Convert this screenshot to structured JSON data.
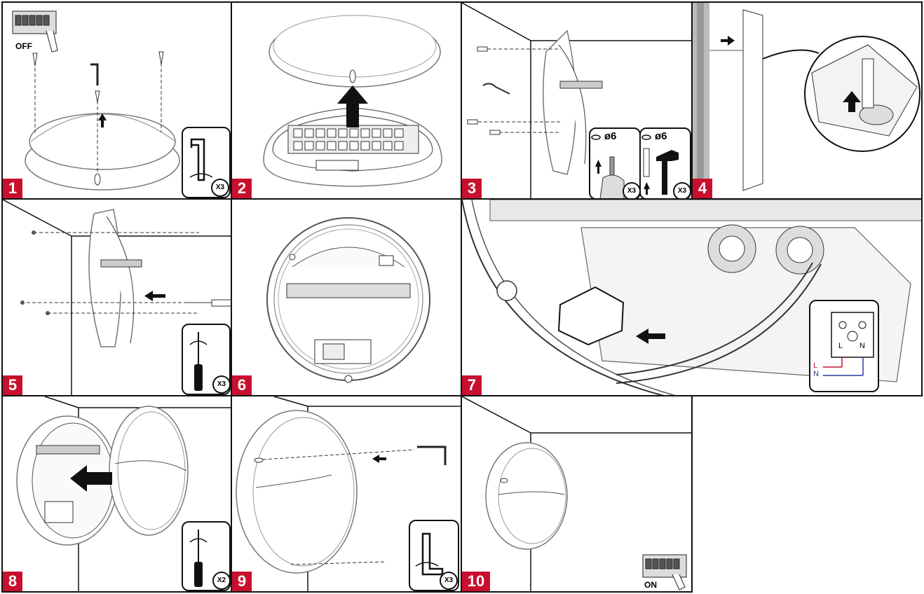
{
  "steps": [
    {
      "number": "1",
      "label_top": "OFF",
      "tool_count": "X3"
    },
    {
      "number": "2"
    },
    {
      "number": "3",
      "drill_diameter": "ø6",
      "plug_diameter": "ø6",
      "drill_count": "X3",
      "hammer_count": "X3"
    },
    {
      "number": "4"
    },
    {
      "number": "5",
      "tool_count": "X3"
    },
    {
      "number": "6"
    },
    {
      "number": "7",
      "terminal_L": "L",
      "terminal_N": "N",
      "wire_L": "L",
      "wire_N": "N"
    },
    {
      "number": "8",
      "tool_count": "X2"
    },
    {
      "number": "9",
      "tool_count": "X3"
    },
    {
      "number": "10",
      "label_bottom": "ON"
    }
  ],
  "colors": {
    "step_badge": "#c8102e",
    "wire_live": "#c8102e",
    "wire_neutral": "#2a3a9c"
  },
  "icons": [
    "breaker-off-icon",
    "hex-key-icon",
    "drill-icon",
    "hammer-icon",
    "screwdriver-icon",
    "arrow-icon",
    "breaker-on-icon"
  ]
}
